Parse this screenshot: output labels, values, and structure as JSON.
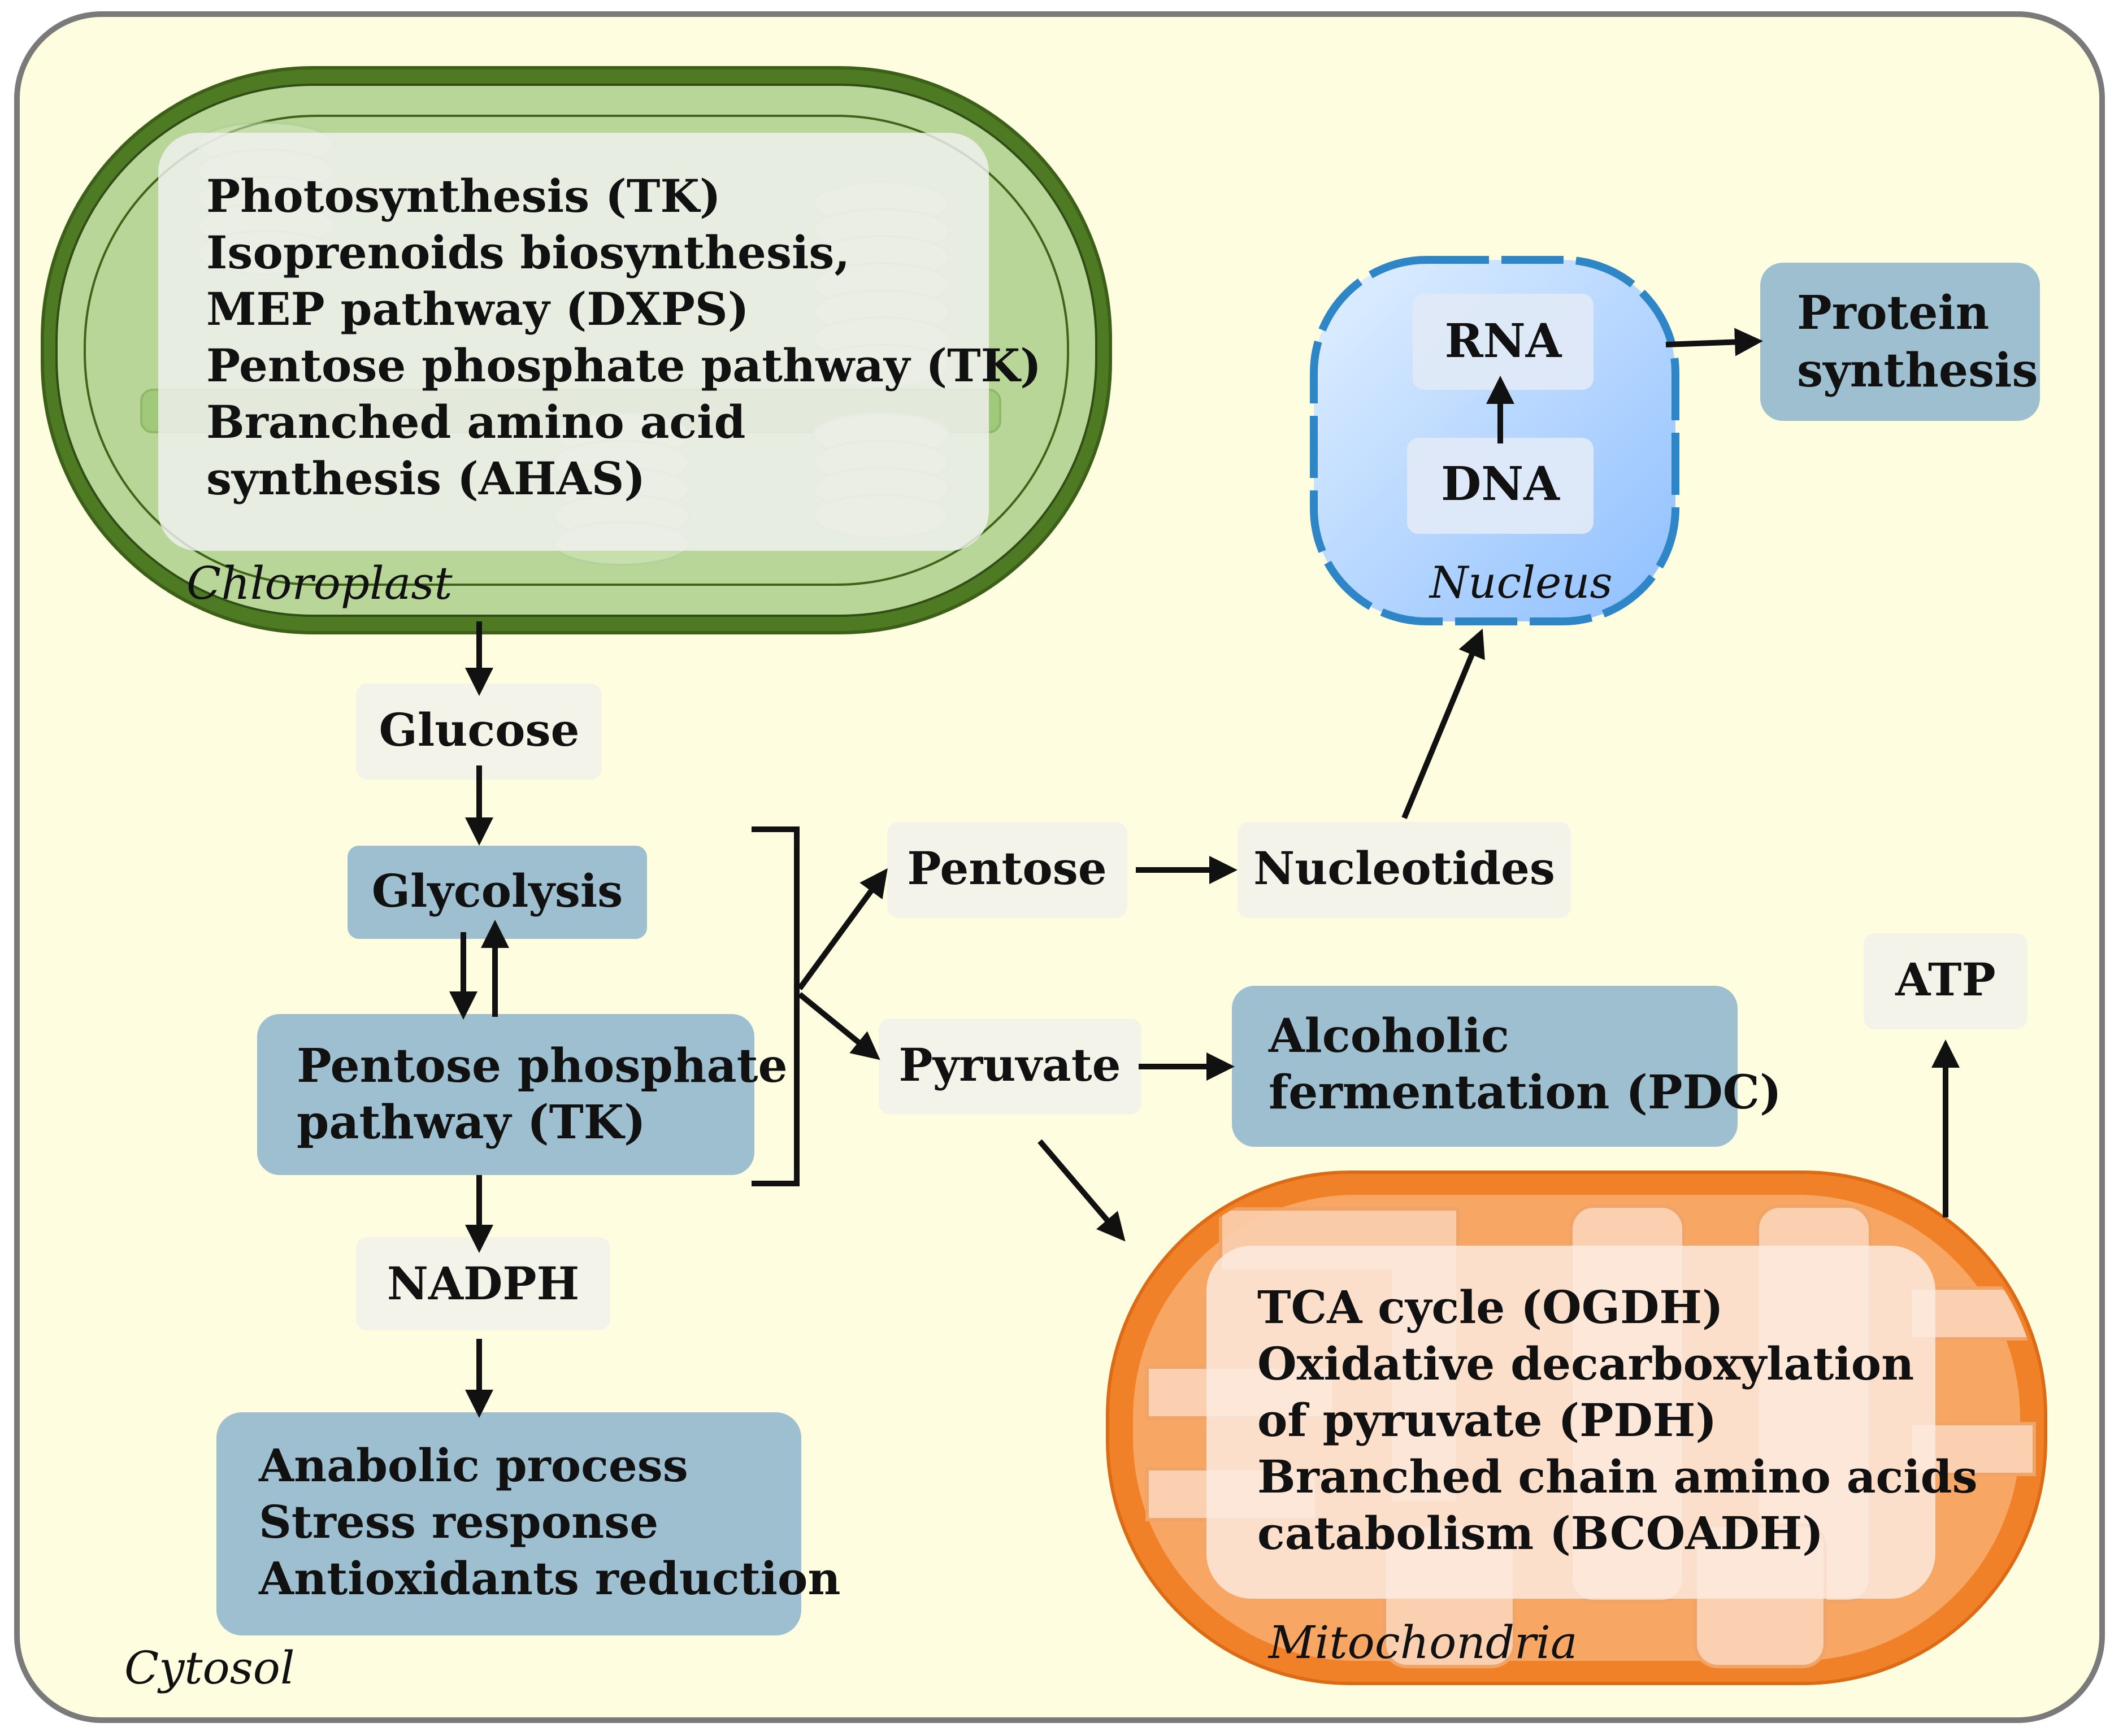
{
  "colors": {
    "background": "#fefde0",
    "border": "#7a7a7a",
    "chloroplast_outer": "#49711f",
    "chloroplast_fill": "#b7d698",
    "nucleus_fill": "#9cc7f7",
    "nucleus_border": "#2f86c7",
    "mitochondria_outer": "#ee7a25",
    "mitochondria_fill": "#fac195",
    "blue_box": "#9ebfd0",
    "light_box": "#f4f3ea",
    "text": "#111111"
  },
  "labels": {
    "cytosol": "Cytosol",
    "chloroplast": "Chloroplast",
    "nucleus": "Nucleus",
    "mitochondria": "Mitochondria"
  },
  "chloroplast": {
    "lines": [
      {
        "t": "Photosynthesis ",
        "e": "(TK)"
      },
      {
        "t": "Isoprenoids biosynthesis,",
        "e": ""
      },
      {
        "t": "MEP pathway ",
        "e": "(DXPS)"
      },
      {
        "t": "Pentose phosphate pathway ",
        "e": "(TK)"
      },
      {
        "t": "Branched amino acid",
        "e": ""
      },
      {
        "t": "synthesis ",
        "e": "(AHAS)"
      }
    ]
  },
  "nodes": {
    "glucose": "Glucose",
    "glycolysis": "Glycolysis",
    "ppp_line1": "Pentose phosphate",
    "ppp_line2": "pathway ",
    "ppp_enzyme": "(TK)",
    "nadph": "NADPH",
    "anabolic": [
      "Anabolic process",
      "Stress response",
      "Antioxidants reduction"
    ],
    "pentose": "Pentose",
    "nucleotides": "Nucleotides",
    "pyruvate": "Pyruvate",
    "alcoholic_line1": "Alcoholic",
    "alcoholic_line2": "fermentation ",
    "alcoholic_enzyme": "(PDC)",
    "rna": "RNA",
    "dna": "DNA",
    "protein_line1": "Protein",
    "protein_line2": "synthesis",
    "atp": "ATP"
  },
  "mitochondria": {
    "lines": [
      {
        "t": "TCA cycle ",
        "e": "(OGDH)"
      },
      {
        "t": "Oxidative decarboxylation",
        "e": ""
      },
      {
        "t": "of pyruvate ",
        "e": "(PDH)"
      },
      {
        "t": "Branched chain amino acids",
        "e": ""
      },
      {
        "t": "catabolism ",
        "e": "(BCOADH)"
      }
    ]
  }
}
